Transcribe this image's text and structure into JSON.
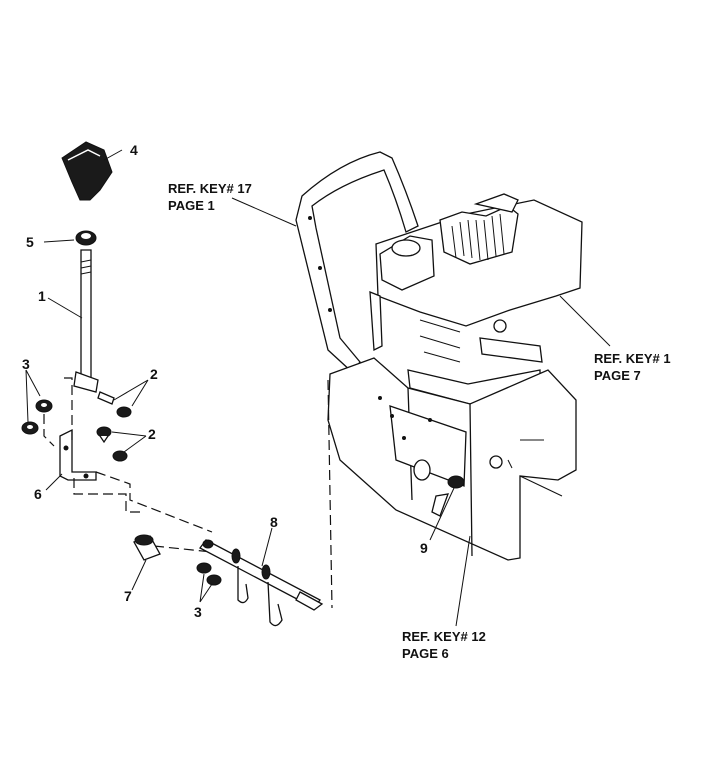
{
  "references": [
    {
      "key": "REF. KEY# 17",
      "page": "PAGE  1"
    },
    {
      "key": "REF. KEY# 1",
      "page": "PAGE 7"
    },
    {
      "key": "REF. KEY# 12",
      "page": "PAGE 6"
    }
  ],
  "callouts": {
    "n1": "1",
    "n2a": "2",
    "n2b": "2",
    "n3a": "3",
    "n3b": "3",
    "n4": "4",
    "n5": "5",
    "n6": "6",
    "n7": "7",
    "n8": "8",
    "n9": "9"
  }
}
